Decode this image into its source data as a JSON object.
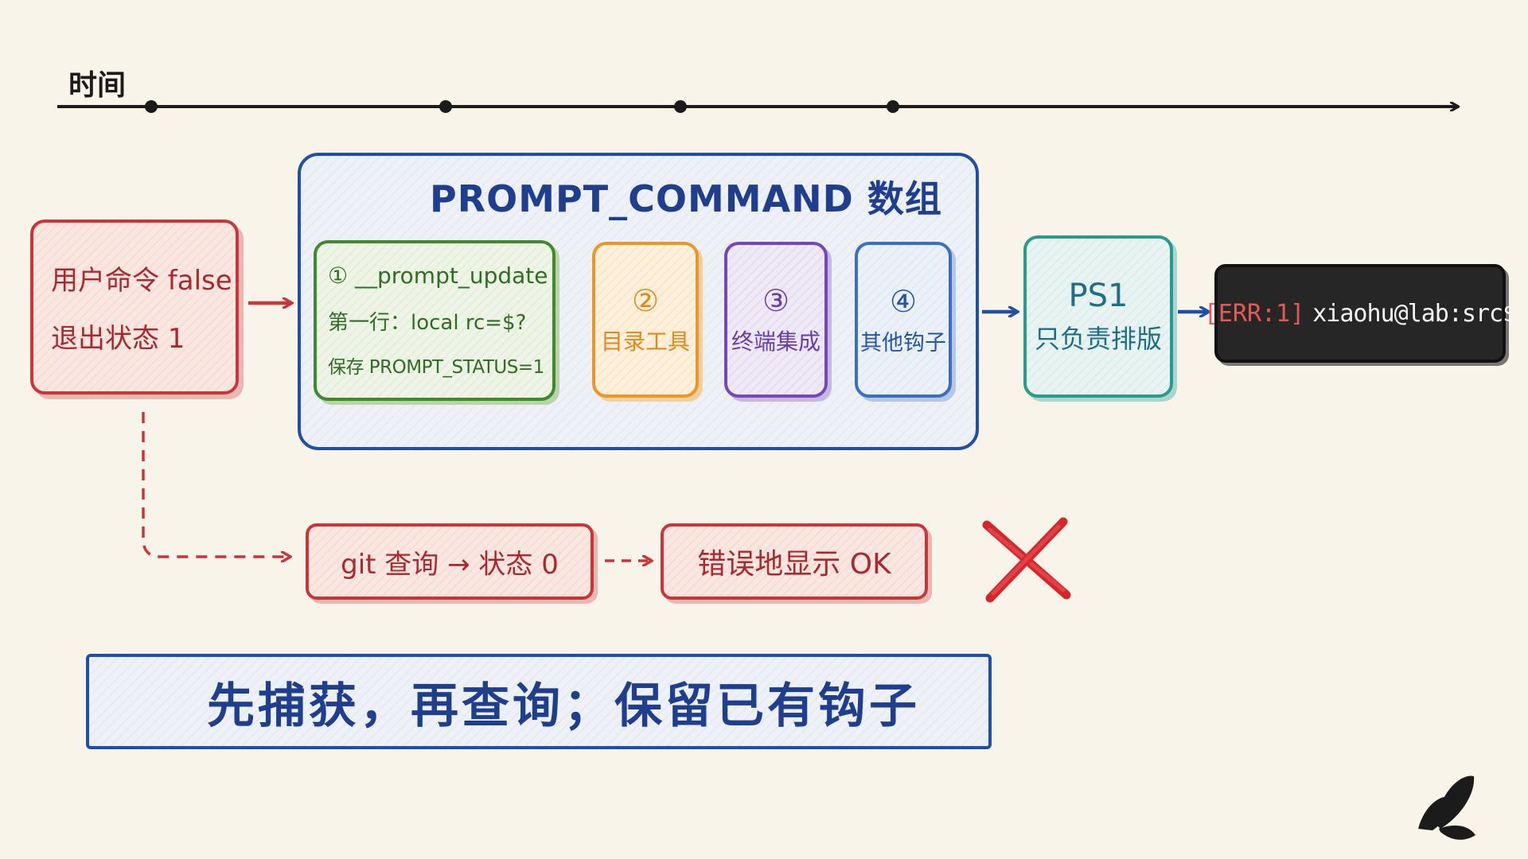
{
  "timeline": {
    "label": "时间"
  },
  "start_box": {
    "line1": "用户命令 false",
    "line2": "退出状态 1"
  },
  "prompt_command": {
    "title": "PROMPT_COMMAND 数组",
    "hook1": {
      "line1": "① __prompt_update",
      "line2": "第一行：local rc=$?",
      "line3": "保存 PROMPT_STATUS=1"
    },
    "hook2": {
      "num": "②",
      "label": "目录工具"
    },
    "hook3": {
      "num": "③",
      "label": "终端集成"
    },
    "hook4": {
      "num": "④",
      "label": "其他钩子"
    }
  },
  "ps1_box": {
    "title": "PS1",
    "subtitle": "只负责排版"
  },
  "terminal": {
    "err": "[ERR:1]",
    "prompt": "xiaohu@lab:src$"
  },
  "wrong_path": {
    "step1": "git 查询 → 状态 0",
    "step2": "错误地显示 OK"
  },
  "summary": {
    "text": "先捕获，再查询；保留已有钩子"
  },
  "colors": {
    "red": "#c8363a",
    "blue": "#1f4fa6",
    "green": "#3f8a2e",
    "orange": "#e9972a",
    "purple": "#7548b5",
    "teal": "#2a9a8c",
    "terminal_bg": "#262626",
    "err_text": "#e35a55"
  },
  "icons": {
    "wrong_mark": "x-mark-icon",
    "logo": "butterfly-icon"
  }
}
